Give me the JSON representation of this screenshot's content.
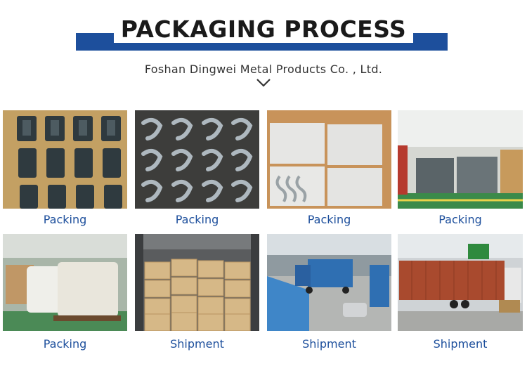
{
  "header": {
    "title": "PACKAGING PROCESS",
    "subtitle": "Foshan Dingwei Metal Products Co. , Ltd."
  },
  "accent_color": "#1d4f9c",
  "tiles": [
    {
      "caption": "Packing",
      "picture": "black brackets laid out on cardboard"
    },
    {
      "caption": "Packing",
      "picture": "zinc plated brackets in rows"
    },
    {
      "caption": "Packing",
      "picture": "boxes and S hooks in carton"
    },
    {
      "caption": "Packing",
      "picture": "wrapped pallets in warehouse"
    },
    {
      "caption": "Packing",
      "picture": "jumbo bags on pallets"
    },
    {
      "caption": "Shipment",
      "picture": "cartons loaded in container"
    },
    {
      "caption": "Shipment",
      "picture": "blue truck at loading yard"
    },
    {
      "caption": "Shipment",
      "picture": "red container truck"
    }
  ]
}
